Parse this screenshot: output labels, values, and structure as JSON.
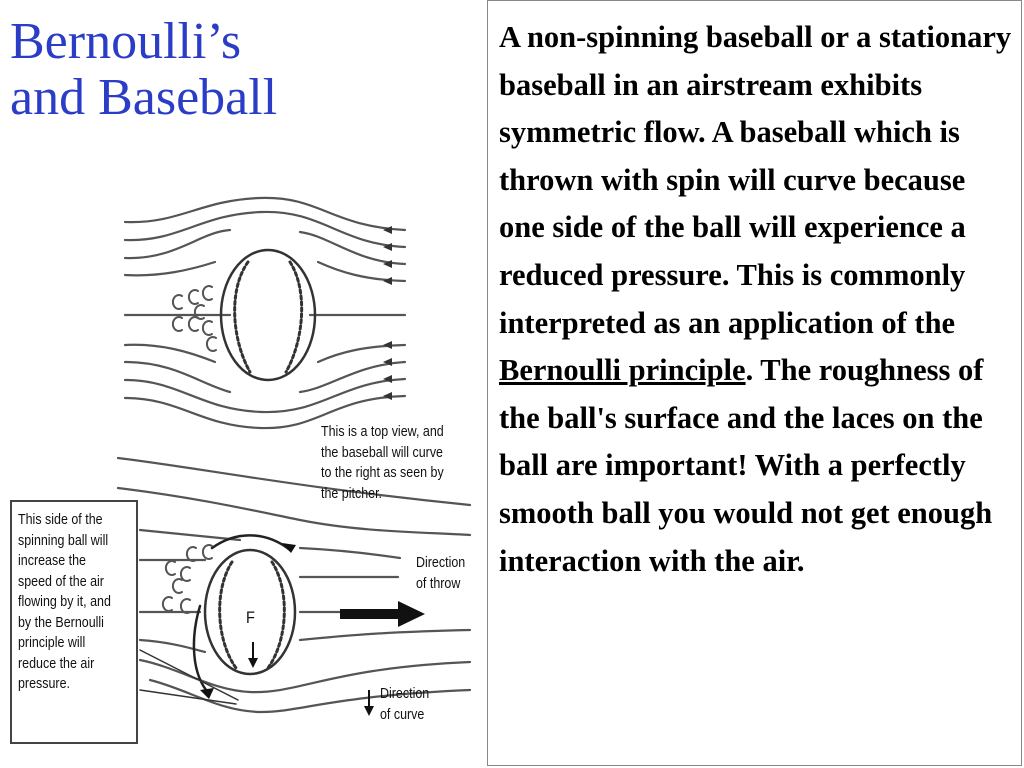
{
  "slide": {
    "title_line1": "Bernoulli’s",
    "title_line2": "and Baseball",
    "body_before_link": "A non-spinning baseball or a stationary baseball in an airstream exhibits symmetric flow. A baseball which is thrown with spin will curve because one side of the ball will experience a reduced pressure. This is commonly interpreted as an application of the ",
    "link_text": "Bernoulli principle",
    "body_after_link": ". The roughness of the ball's surface and the laces on the ball are important! With a perfectly smooth ball you would not get enough interaction with the air."
  },
  "figure": {
    "caption_top": [
      "This is a top view, and",
      "the baseball will curve",
      "to the right as seen by",
      "the pitcher."
    ],
    "caption_left": [
      "This side of the",
      "spinning ball will",
      "increase the",
      "speed of the air",
      "flowing by it, and",
      "by the Bernoulli",
      "principle will",
      "reduce the air",
      "pressure."
    ],
    "label_direction_throw": [
      "Direction",
      "of throw"
    ],
    "label_direction_curve": [
      "Direction",
      "of curve"
    ],
    "label_force": "F"
  }
}
